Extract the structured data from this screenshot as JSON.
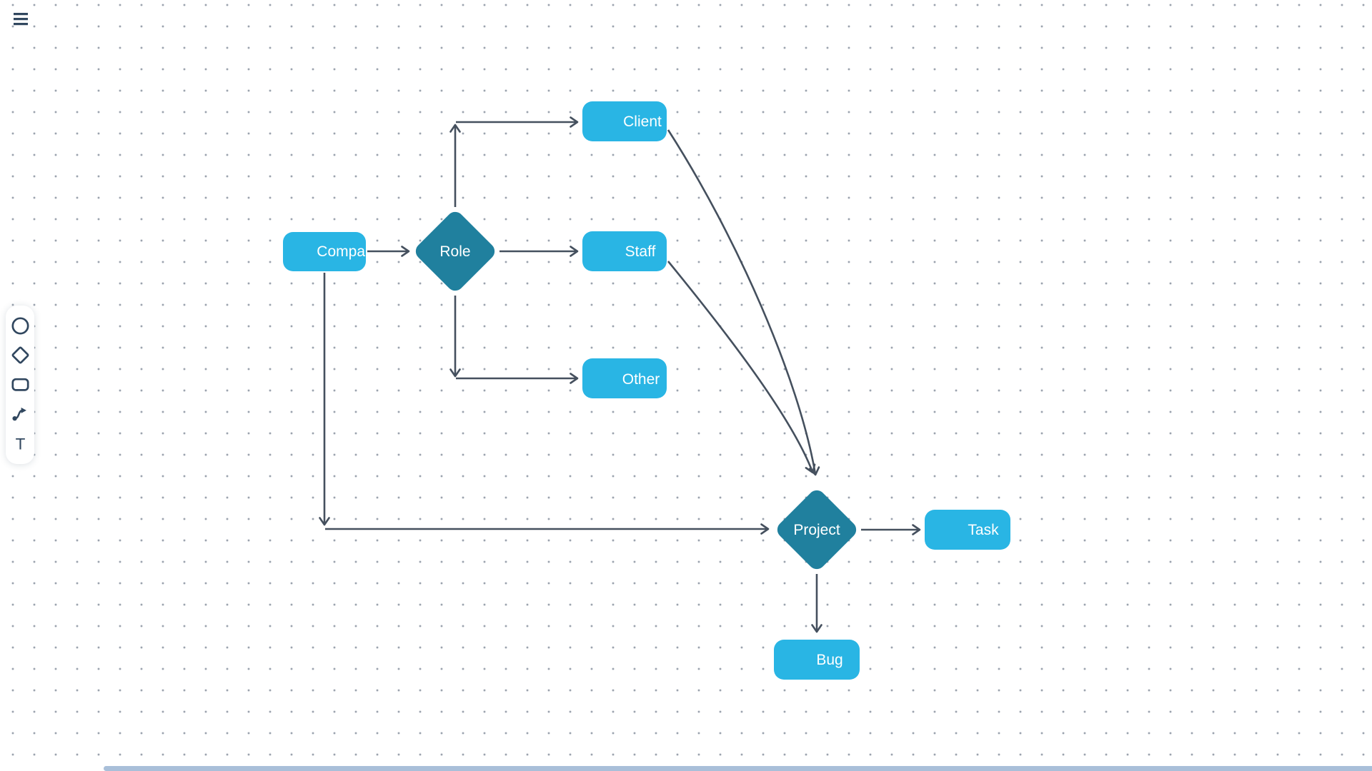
{
  "header": {
    "menu_button": {
      "icon": "hamburger-icon"
    }
  },
  "toolbar": {
    "tools": [
      {
        "id": "ellipse",
        "icon": "circle-icon"
      },
      {
        "id": "diamond",
        "icon": "diamond-icon"
      },
      {
        "id": "rectangle",
        "icon": "rectangle-icon"
      },
      {
        "id": "connector",
        "icon": "connector-icon"
      },
      {
        "id": "text",
        "icon": "text-icon",
        "glyph": "T"
      }
    ]
  },
  "canvas": {
    "nodes": [
      {
        "id": "company",
        "label": "Compa",
        "shape": "rounded-rect",
        "color": "#29b5e4"
      },
      {
        "id": "role",
        "label": "Role",
        "shape": "diamond",
        "color": "#20809e"
      },
      {
        "id": "client",
        "label": "Client",
        "shape": "rounded-rect",
        "color": "#29b5e4"
      },
      {
        "id": "staff",
        "label": "Staff",
        "shape": "rounded-rect",
        "color": "#29b5e4"
      },
      {
        "id": "other",
        "label": "Other",
        "shape": "rounded-rect",
        "color": "#29b5e4"
      },
      {
        "id": "project",
        "label": "Project",
        "shape": "diamond",
        "color": "#20809e"
      },
      {
        "id": "task",
        "label": "Task",
        "shape": "rounded-rect",
        "color": "#29b5e4"
      },
      {
        "id": "bug",
        "label": "Bug",
        "shape": "rounded-rect",
        "color": "#29b5e4"
      }
    ],
    "edges": [
      {
        "from": "company",
        "to": "role"
      },
      {
        "from": "role",
        "to": "client"
      },
      {
        "from": "role",
        "to": "staff"
      },
      {
        "from": "role",
        "to": "other"
      },
      {
        "from": "company",
        "to": "project"
      },
      {
        "from": "client",
        "to": "project"
      },
      {
        "from": "staff",
        "to": "project"
      },
      {
        "from": "project",
        "to": "task"
      },
      {
        "from": "project",
        "to": "bug"
      }
    ]
  },
  "colors": {
    "node_blue": "#29b5e4",
    "node_teal": "#20809e",
    "edge": "#45505e",
    "icon_navy": "#31475f",
    "grid_dot": "#979fab",
    "scrollbar": "#a9bfd9"
  }
}
